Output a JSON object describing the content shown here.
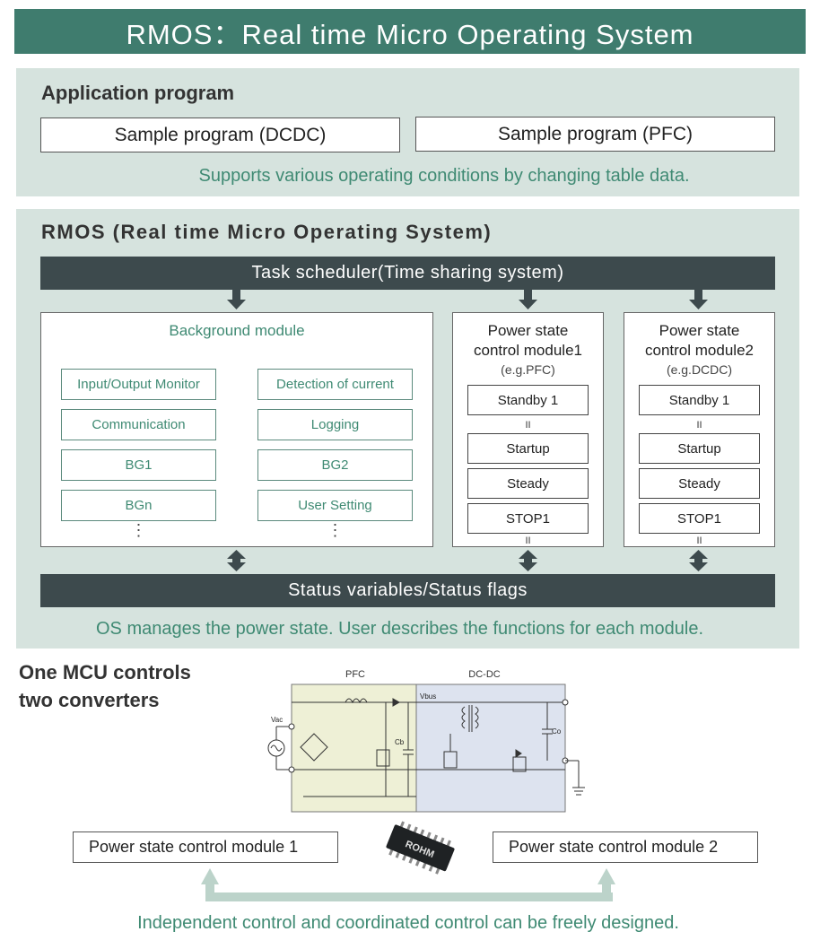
{
  "title": "RMOS：Real time Micro Operating System",
  "app": {
    "heading": "Application program",
    "boxes": [
      "Sample program (DCDC)",
      "Sample program (PFC)"
    ],
    "note": "Supports various operating conditions by changing table data."
  },
  "rmos": {
    "heading": "RMOS (Real time Micro Operating System)",
    "scheduler": "Task scheduler(Time sharing system)",
    "background": {
      "title": "Background module",
      "left": [
        "Input/Output Monitor",
        "Communication",
        "BG1",
        "BGn"
      ],
      "right": [
        "Detection of current",
        "Logging",
        "BG2",
        "User Setting"
      ],
      "more": "⋮"
    },
    "ps1": {
      "title1": "Power state",
      "title2": "control module1",
      "eg": "(e.g.PFC)",
      "states": [
        "Standby 1",
        "Startup",
        "Steady",
        "STOP1"
      ],
      "eq": "II"
    },
    "ps2": {
      "title1": "Power state",
      "title2": "control module2",
      "eg": "(e.g.DCDC)",
      "states": [
        "Standby 1",
        "Startup",
        "Steady",
        "STOP1"
      ],
      "eq": "II"
    },
    "status": "Status variables/Status flags",
    "note": "OS manages the power state. User describes the functions for each module."
  },
  "mcu": {
    "heading1": "One MCU controls",
    "heading2": "two converters",
    "circuit": {
      "pfc_label": "PFC",
      "dcdc_label": "DC-DC",
      "vac": "Vac",
      "vbus": "Vbus",
      "cb": "Cb",
      "co": "Co"
    },
    "chip_label": "ROHM",
    "module1": "Power state control module 1",
    "module2": "Power state control module 2",
    "footer": "Independent control and coordinated control can be freely designed."
  },
  "colors": {
    "title_bg": "#3f7c6e",
    "panel_bg": "#d6e3de",
    "dark_bar": "#3d4a4d",
    "accent_text": "#3f8a73",
    "pfc_fill": "#eef0d6",
    "dcdc_fill": "#dde3ef"
  }
}
